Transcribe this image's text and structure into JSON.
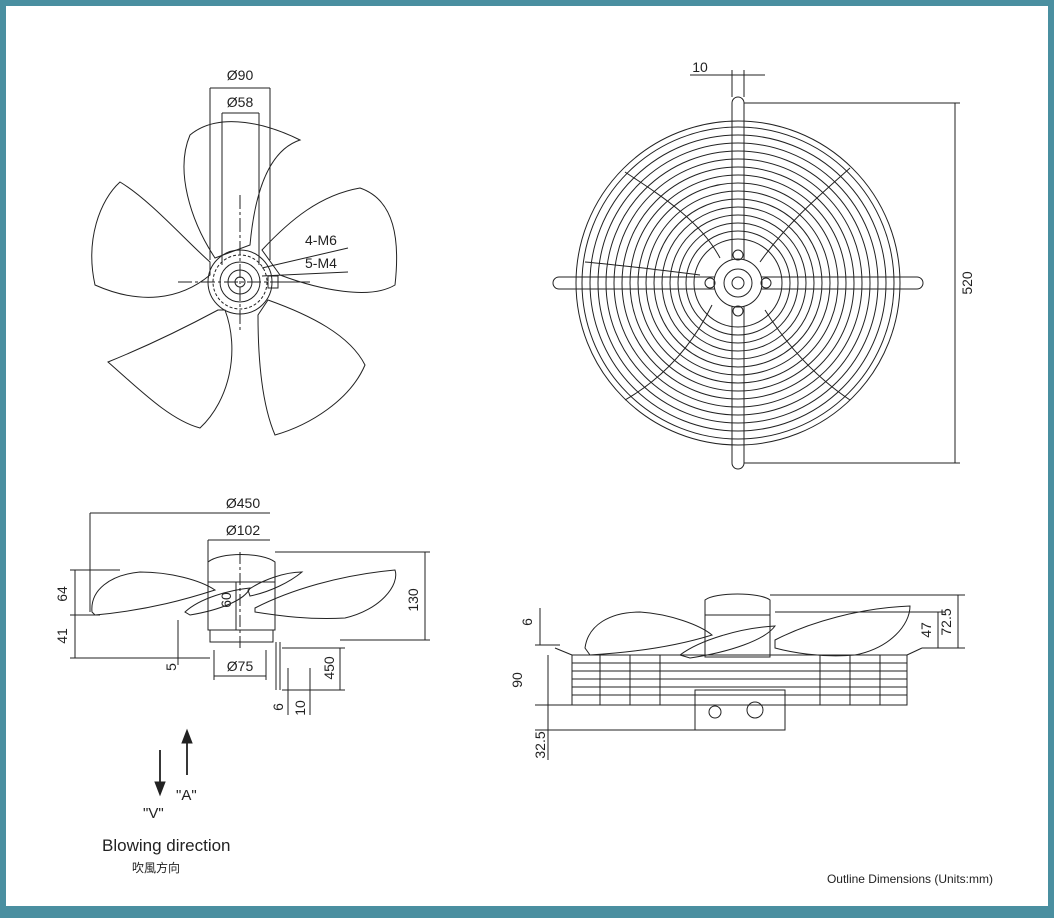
{
  "front_view": {
    "dims": {
      "hub_outer": "Ø90",
      "hub_inner": "Ø58",
      "screw_a": "4-M6",
      "screw_b": "5-M4"
    }
  },
  "grille_view": {
    "dims": {
      "bar_width": "10",
      "height": "520"
    }
  },
  "side_view": {
    "dims": {
      "blade_dia": "Ø450",
      "hub_dia": "Ø102",
      "h_upper": "64",
      "h_lower": "41",
      "h_hub": "60",
      "h_total": "130",
      "offset": "5",
      "shaft_dia": "Ø75",
      "lead_len": "450",
      "lead_a": "6",
      "lead_b": "10"
    }
  },
  "assembly_view": {
    "dims": {
      "top_gap": "6",
      "depth": "90",
      "bottom": "32.5",
      "h_a": "47",
      "h_b": "72.5"
    }
  },
  "blowing": {
    "label_a": "\"A\"",
    "label_v": "\"V\"",
    "caption": "Blowing direction",
    "caption_cn": "吹風方向"
  },
  "footer": "Outline Dimensions (Units:mm)"
}
